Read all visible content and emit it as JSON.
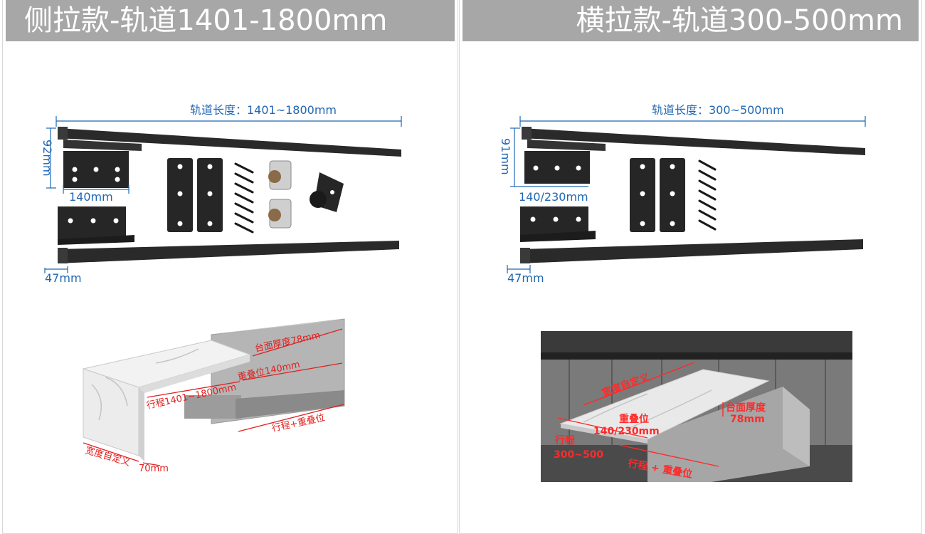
{
  "left_panel": {
    "title": "侧拉款-轨道1401-1800mm",
    "kit": {
      "track_length_label": "轨道长度：1401~1800mm",
      "height_label": "92mm",
      "bracket_width_label": "140mm",
      "rail_width_label": "47mm"
    },
    "diagram": {
      "thickness_label": "台面厚度78mm",
      "overlap_label": "重叠位140mm",
      "travel_label": "行程1401~1800mm",
      "travel_overlap_label": "行程+重叠位",
      "width_label": "宽度自定义",
      "depth_label": "70mm"
    }
  },
  "right_panel": {
    "title": "横拉款-轨道300-500mm",
    "kit": {
      "track_length_label": "轨道长度：300~500mm",
      "height_label": "91mm",
      "bracket_width_label": "140/230mm",
      "rail_width_label": "47mm"
    },
    "photo": {
      "width_label": "宽度自定义",
      "thickness_label_1": "台面厚度",
      "thickness_label_2": "78mm",
      "overlap_label": "重叠位",
      "overlap_value": "140/230mm",
      "travel_label": "行程",
      "travel_value": "300~500",
      "travel_overlap_label": "行程 + 重叠位"
    }
  },
  "colors": {
    "header_bg": "#a7a7a7",
    "dimension_blue": "#1f67b3",
    "annotation_red": "#e02020",
    "hardware_black": "#2a2a2a"
  }
}
